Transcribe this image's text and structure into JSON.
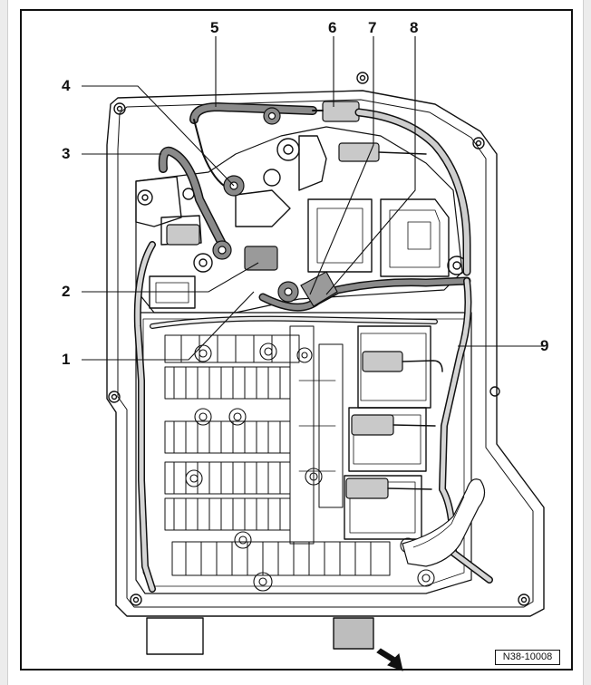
{
  "figure": {
    "callouts": [
      "1",
      "2",
      "3",
      "4",
      "5",
      "6",
      "7",
      "8",
      "9"
    ],
    "reference_code": "N38-10008",
    "direction_arrow": "arrow-icon"
  },
  "colors": {
    "line": "#111111",
    "housing_fill": "#ffffff",
    "component_gray": "#9a9a9a",
    "harness_gray": "#7e7e7e",
    "light_gray": "#d6d6d6"
  }
}
